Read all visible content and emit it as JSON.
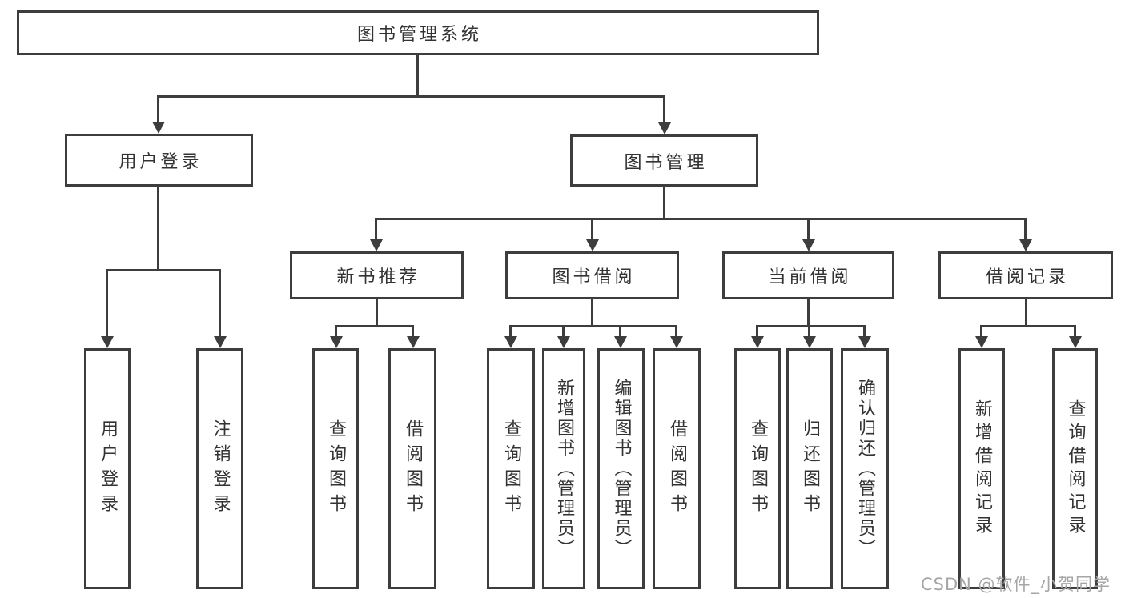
{
  "diagram": {
    "root": {
      "label": "图书管理系统"
    },
    "level2": [
      {
        "id": "user-login",
        "label": "用户登录"
      },
      {
        "id": "book-management",
        "label": "图书管理"
      }
    ],
    "level3": [
      {
        "id": "new-book-recommend",
        "label": "新书推荐",
        "parent": "图书管理"
      },
      {
        "id": "book-borrow",
        "label": "图书借阅",
        "parent": "图书管理"
      },
      {
        "id": "current-borrow",
        "label": "当前借阅",
        "parent": "图书管理"
      },
      {
        "id": "borrow-records",
        "label": "借阅记录",
        "parent": "图书管理"
      }
    ],
    "leaves": [
      {
        "parent": "用户登录",
        "label": "用户登录"
      },
      {
        "parent": "用户登录",
        "label": "注销登录"
      },
      {
        "parent": "新书推荐",
        "label": "查询图书"
      },
      {
        "parent": "新书推荐",
        "label": "借阅图书"
      },
      {
        "parent": "图书借阅",
        "label": "查询图书"
      },
      {
        "parent": "图书借阅",
        "label": "新增图书（管理员）"
      },
      {
        "parent": "图书借阅",
        "label": "编辑图书（管理员）"
      },
      {
        "parent": "图书借阅",
        "label": "借阅图书"
      },
      {
        "parent": "当前借阅",
        "label": "查询图书"
      },
      {
        "parent": "当前借阅",
        "label": "归还图书"
      },
      {
        "parent": "当前借阅",
        "label": "确认归还（管理员）"
      },
      {
        "parent": "借阅记录",
        "label": "新增借阅记录"
      },
      {
        "parent": "借阅记录",
        "label": "查询借阅记录"
      }
    ]
  },
  "watermark": {
    "text": "CSDN @软件_小贺同学"
  },
  "colors": {
    "line": "#3d3d3d",
    "text": "#333333",
    "watermark": "#a6a6a6",
    "background": "#ffffff"
  }
}
